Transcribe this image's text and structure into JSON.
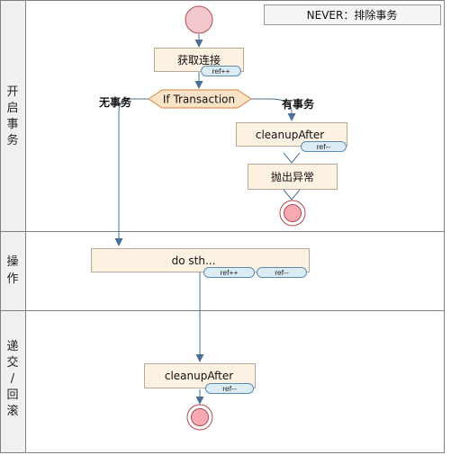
{
  "legend": {
    "text": "NEVER：排除事务"
  },
  "lanes": [
    {
      "chars": [
        "开",
        "启",
        "事",
        "务"
      ]
    },
    {
      "chars": [
        "操",
        "作"
      ]
    },
    {
      "chars": [
        "递",
        "交",
        "/",
        "回",
        "滚"
      ]
    }
  ],
  "nodes": {
    "get_connection": "获取连接",
    "decision": "If Transaction",
    "cleanup_top": "cleanupAfter",
    "throw_exception": "抛出异常",
    "do_sth": "do sth...",
    "cleanup_bottom": "cleanupAfter"
  },
  "tags": {
    "get_connection_ref": "ref++",
    "cleanup_top_ref": "ref--",
    "do_sth_ref_inc": "ref++",
    "do_sth_ref_dec": "ref--",
    "cleanup_bottom_ref": "ref--"
  },
  "edges": {
    "no_transaction": "无事务",
    "has_transaction": "有事务"
  },
  "colors": {
    "lane_fill": "#f0f0f0",
    "border": "#808080",
    "node_fill": "#fdf1e2",
    "node_border": "#b9a79a",
    "decision_fill": "#fbe3c8",
    "decision_border": "#d5823c",
    "tag_fill": "#dcecf5",
    "tag_border": "#5b8db4",
    "arrow": "#4a6f96",
    "start_fill": "#f2c8cc",
    "start_border": "#b24a52",
    "end_inner": "#f4aab0"
  }
}
